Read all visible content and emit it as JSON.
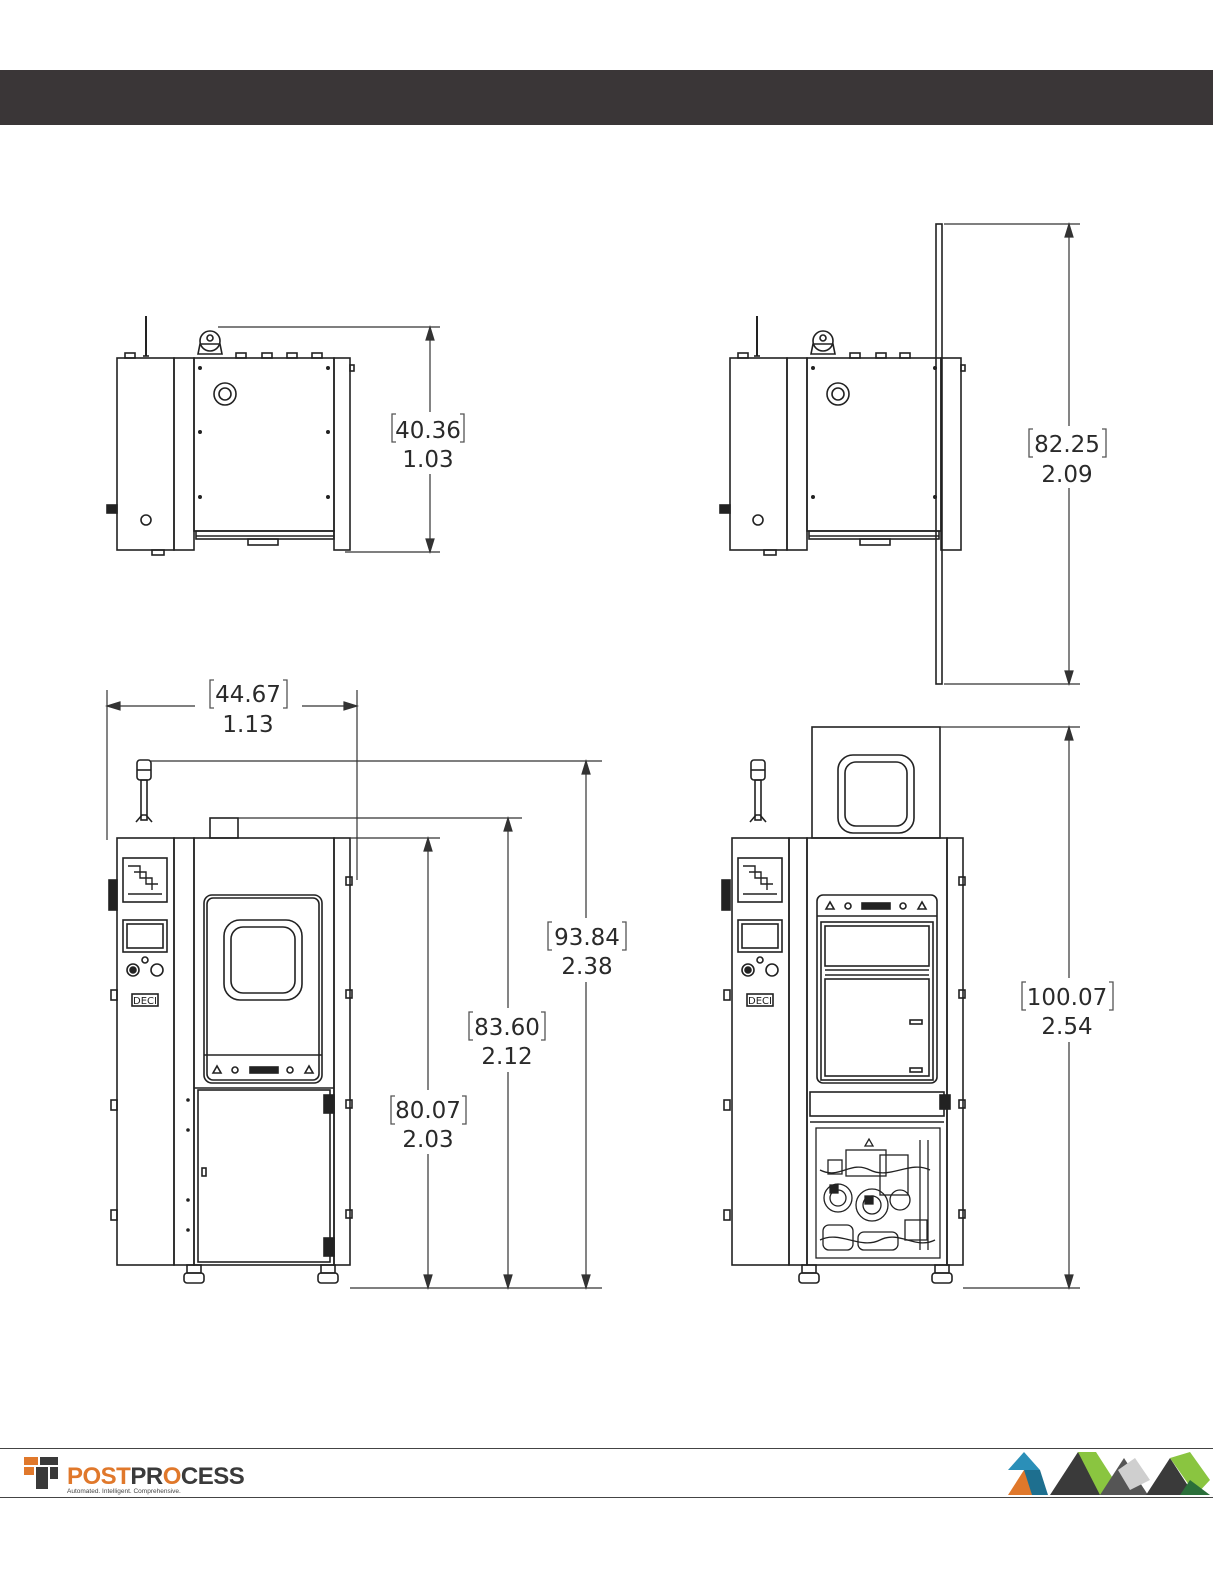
{
  "header": {
    "bar_color": "#3a3637"
  },
  "dimensions": {
    "side_view_height": {
      "imperial": "40.36",
      "metric": "1.03"
    },
    "side_view_open_height": {
      "imperial": "82.25",
      "metric": "2.09"
    },
    "front_width": {
      "imperial": "44.67",
      "metric": "1.13"
    },
    "front_height_beacon": {
      "imperial": "93.84",
      "metric": "2.38"
    },
    "front_height_top": {
      "imperial": "83.60",
      "metric": "2.12"
    },
    "front_height_cabinet": {
      "imperial": "80.07",
      "metric": "2.03"
    },
    "front_open_height": {
      "imperial": "100.07",
      "metric": "2.54"
    }
  },
  "footer": {
    "brand_part1": "POST",
    "brand_part2": "PR",
    "brand_part3": "O",
    "brand_part4": "CESS",
    "tagline": "Automated. Intelligent. Comprehensive.",
    "accent_color": "#e0782b"
  }
}
